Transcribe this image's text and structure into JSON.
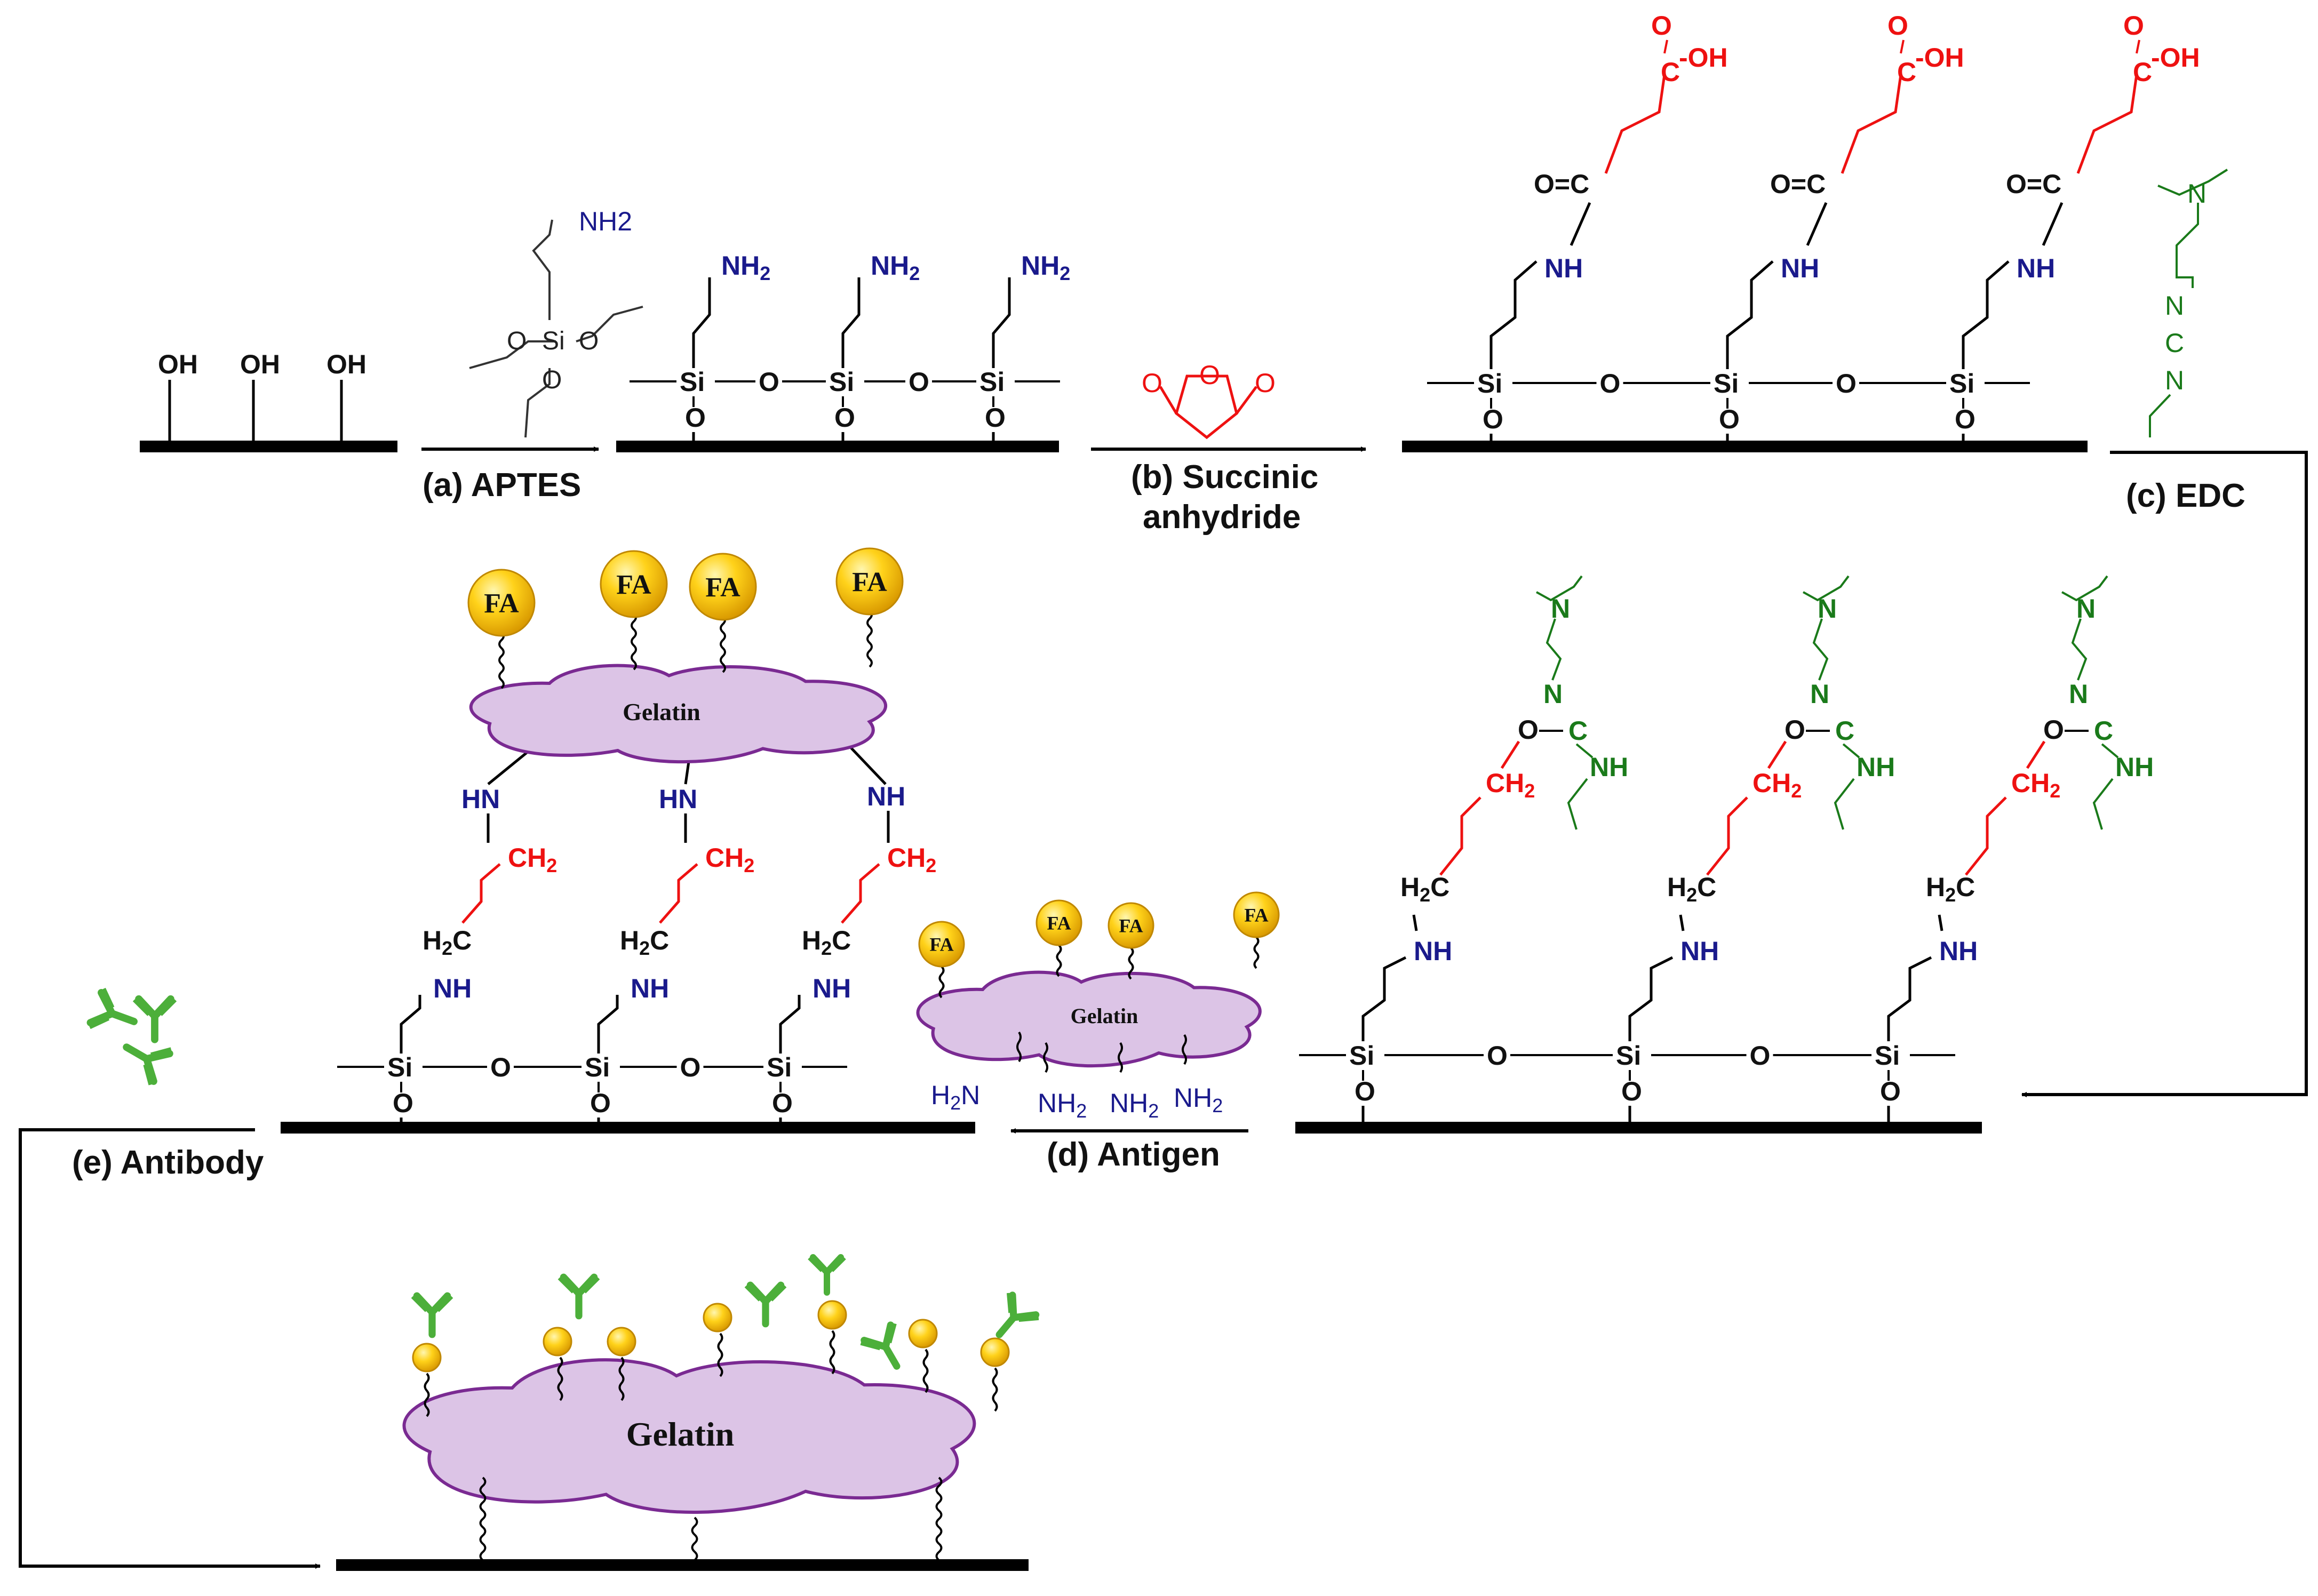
{
  "steps": {
    "a": "(a) APTES",
    "b_line1": "(b) Succinic",
    "b_line2": "anhydride",
    "c": "(c) EDC",
    "d": "(d) Antigen",
    "e": "(e) Antibody"
  },
  "chem": {
    "oh": "OH",
    "si": "Si",
    "o": "O",
    "nh2": "NH2",
    "nh": "NH",
    "hn": "HN",
    "c": "C",
    "n": "N",
    "ch2": "CH2",
    "h2c": "H2C",
    "cooh_o": "O",
    "cooh_oh": "-OH",
    "carbonyl": "O=C",
    "h2n": "H2N"
  },
  "labels": {
    "fa": "FA",
    "gelatin": "Gelatin"
  },
  "colors": {
    "surface": "#000000",
    "amine": "#1a1a8c",
    "succinyl": "#ee1111",
    "edc": "#1a7a1a",
    "gelatin_fill": "#dcc4e6",
    "gelatin_stroke": "#7a2a92",
    "fa_gold": "#f2b800",
    "antibody": "#4caf3a"
  }
}
